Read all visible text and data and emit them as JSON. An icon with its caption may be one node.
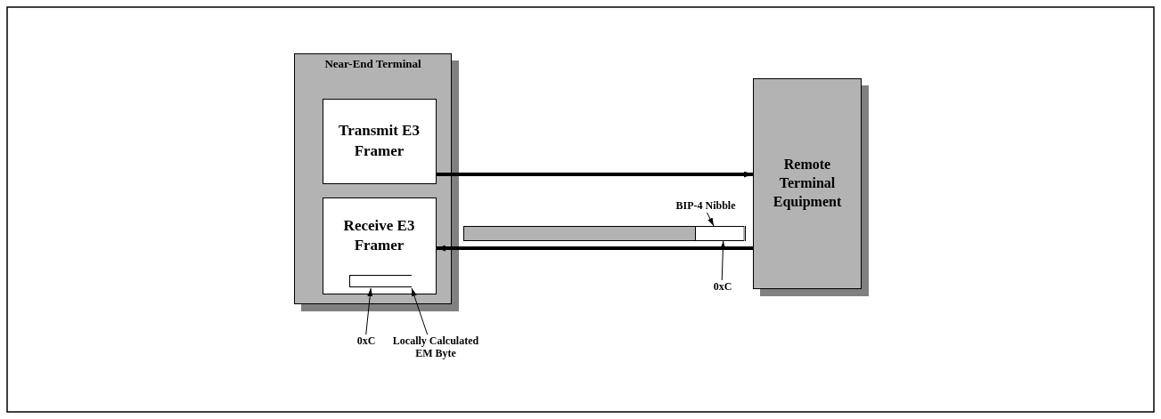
{
  "diagram": {
    "nodes": [
      {
        "text": [
          "Near-End Terminal"
        ]
      },
      {
        "text": [
          "Transmit E3 Framer"
        ],
        "in": 0
      },
      {
        "text": [
          "Receive E3 Framer"
        ],
        "in": 0
      },
      {
        "text": [],
        "shape": "box",
        "in": 2
      },
      {
        "text": [
          "Remote Terminal Equipment"
        ]
      },
      {
        "text": [],
        "shape": "bar"
      },
      {
        "text": [],
        "shape": "box",
        "in": 5
      },
      {
        "text": [
          "0xC"
        ]
      },
      {
        "text": [
          "Locally Calculated EM Byte"
        ]
      },
      {
        "text": [
          "BIP-4 Nibble"
        ]
      },
      {
        "text": [
          "0xC"
        ]
      }
    ],
    "edges": [
      {
        "from": 1,
        "to": 4,
        "arrow": "to",
        "style": "thick"
      },
      {
        "from": 4,
        "to": 2,
        "arrow": "to",
        "style": "thick"
      },
      {
        "from": 7,
        "to": 3,
        "arrow": "to"
      },
      {
        "from": 8,
        "to": 3,
        "arrow": "to"
      },
      {
        "from": 9,
        "to": 6,
        "arrow": "to"
      },
      {
        "from": 10,
        "to": 6,
        "arrow": "to"
      }
    ]
  }
}
